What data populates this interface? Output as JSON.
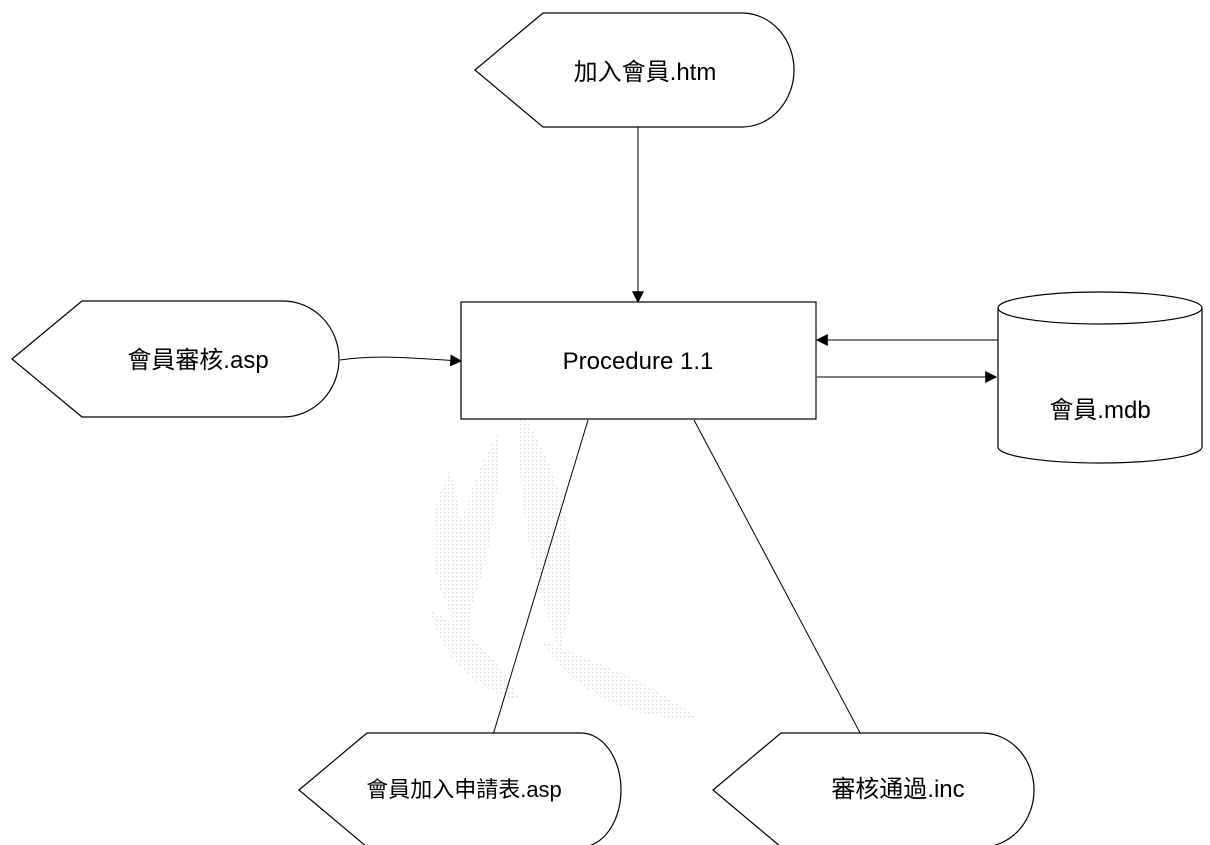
{
  "nodes": {
    "join_htm": {
      "label": "加入會員.htm",
      "kind": "display"
    },
    "review_asp": {
      "label": "會員審核.asp",
      "kind": "display"
    },
    "procedure": {
      "label": "Procedure 1.1",
      "kind": "process"
    },
    "member_mdb": {
      "label": "會員.mdb",
      "kind": "database"
    },
    "apply_asp": {
      "label": "會員加入申請表.asp",
      "kind": "display"
    },
    "approved_inc": {
      "label": "審核通過.inc",
      "kind": "display"
    }
  },
  "edges": [
    {
      "from": "join_htm",
      "to": "procedure"
    },
    {
      "from": "review_asp",
      "to": "procedure"
    },
    {
      "from": "member_mdb",
      "to": "procedure"
    },
    {
      "from": "procedure",
      "to": "member_mdb"
    },
    {
      "from": "procedure",
      "to": "apply_asp"
    },
    {
      "from": "procedure",
      "to": "approved_inc"
    }
  ],
  "colors": {
    "stroke": "#000000",
    "fill": "#ffffff",
    "watermark": "#d9d9d9"
  }
}
